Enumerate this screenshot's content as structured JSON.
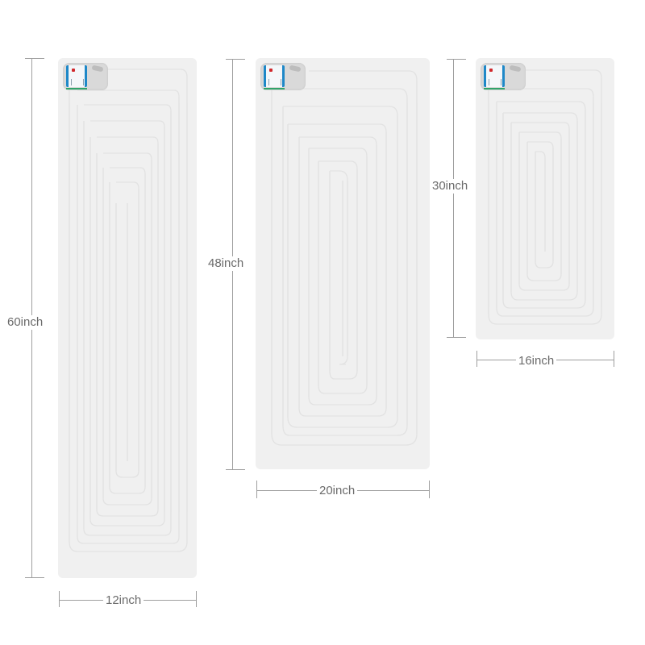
{
  "colors": {
    "background": "#ffffff",
    "panel": "#f0f0f0",
    "coil_line": "#e2e2e2",
    "dimension_line": "#9e9e9e",
    "label_text": "#6b6b6b",
    "module_board_blue": "#1e88c8",
    "module_led_red": "#d0282c"
  },
  "products": [
    {
      "name": "large-mat",
      "height_label": "60inch",
      "width_label": "12inch"
    },
    {
      "name": "medium-mat",
      "height_label": "48inch",
      "width_label": "20inch"
    },
    {
      "name": "small-mat",
      "height_label": "30inch",
      "width_label": "16inch"
    }
  ]
}
